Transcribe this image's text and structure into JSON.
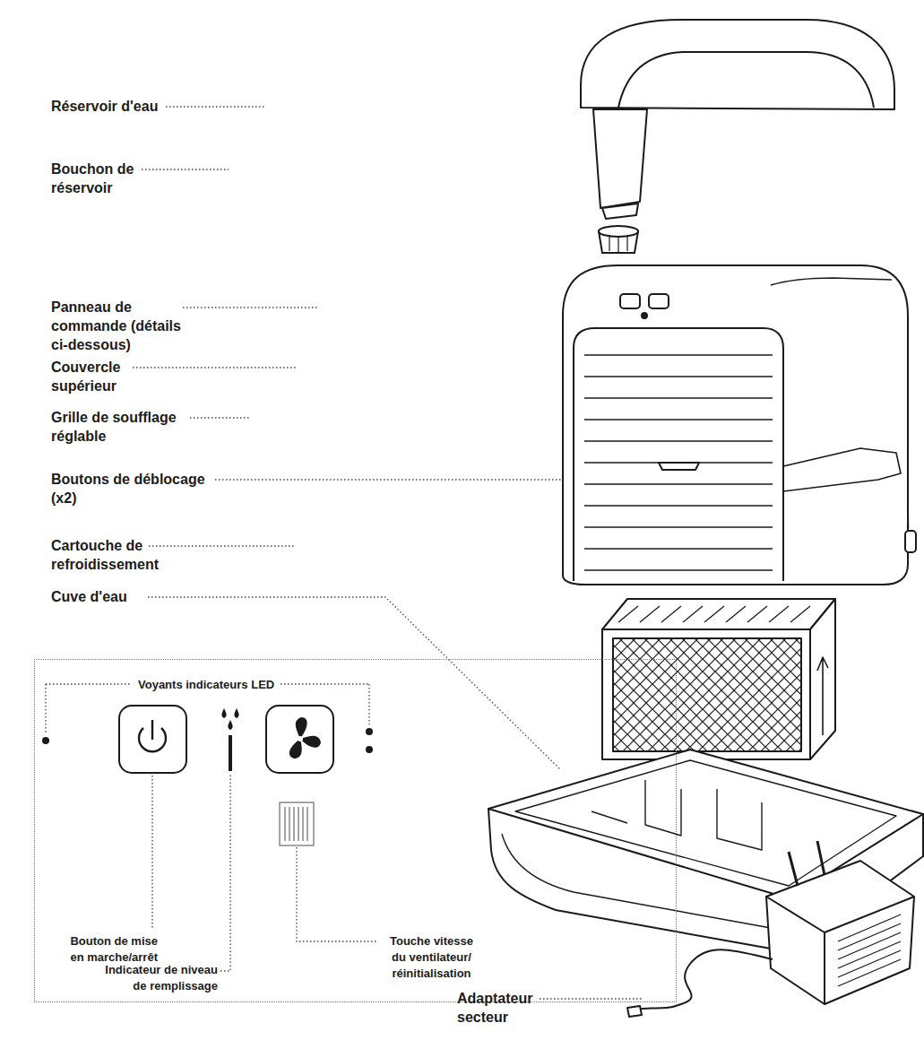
{
  "diagram": {
    "nodes": [
      {
        "text": [
          "Voyants indicateurs LED",
          "Bouton de mise en marche/arrêt",
          "Indicateur de niveau de remplissage",
          "Touche vitesse du ventilateur/ réinitialisation"
        ]
      }
    ],
    "labels": [
      "Réservoir d'eau",
      "Bouchon de réservoir",
      "Panneau de commande (détails ci-dessous)",
      "Couvercle supérieur",
      "Grille de soufflage réglable",
      "Boutons de déblocage (x2)",
      "Cartouche de refroidissement",
      "Cuve d'eau",
      "Adaptateur secteur"
    ]
  }
}
